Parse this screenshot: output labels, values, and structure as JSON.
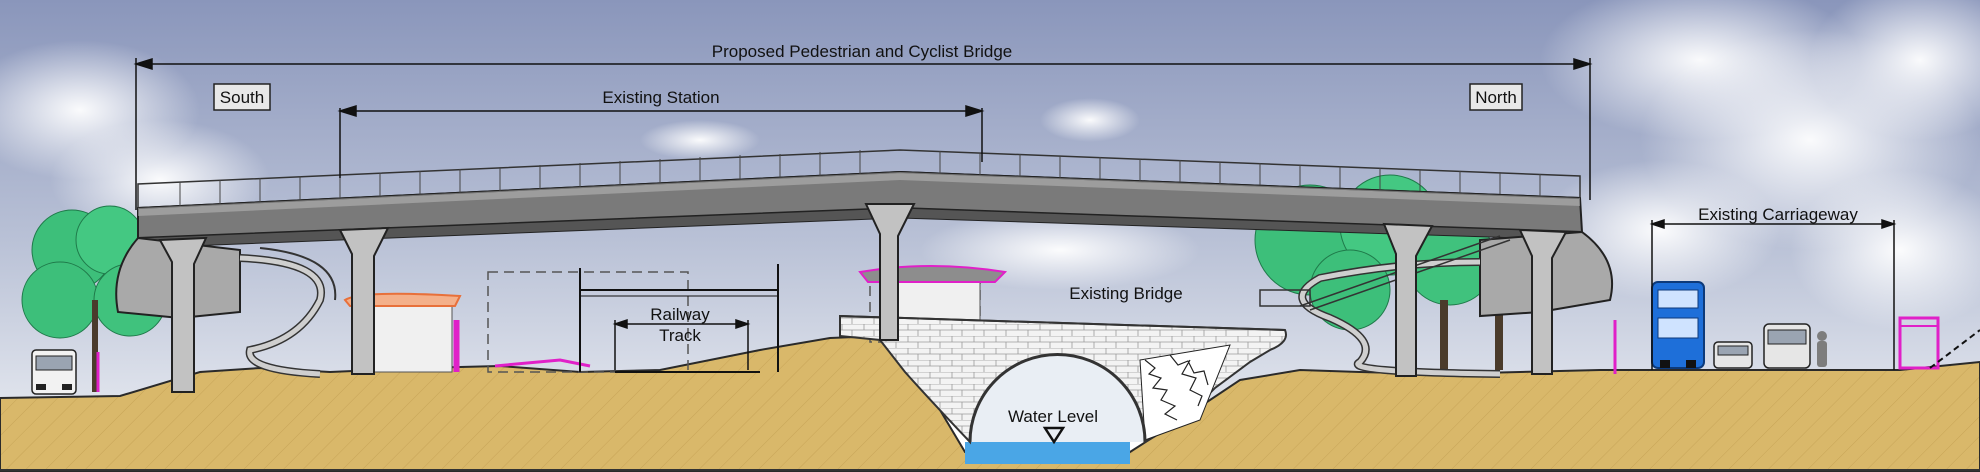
{
  "diagram": {
    "labels": {
      "proposed_bridge": "Proposed Pedestrian and Cyclist Bridge",
      "south": "South",
      "north": "North",
      "existing_station": "Existing Station",
      "railway_track_line1": "Railway",
      "railway_track_line2": "Track",
      "existing_bridge": "Existing Bridge",
      "water_level": "Water Level",
      "existing_carriageway": "Existing Carriageway"
    },
    "colors": {
      "sky_top": "#8c98bd",
      "sky_bottom": "#d7dce8",
      "ground": "#d9b86a",
      "ground_line": "#2a2a2a",
      "deck": "#7a7a7a",
      "deck_light": "#c9c9c9",
      "tree": "#3dbf7a",
      "bus": "#1e6fd9",
      "magenta": "#e020c8",
      "water": "#4aa6e6",
      "accent_orange": "#e8703a"
    }
  }
}
